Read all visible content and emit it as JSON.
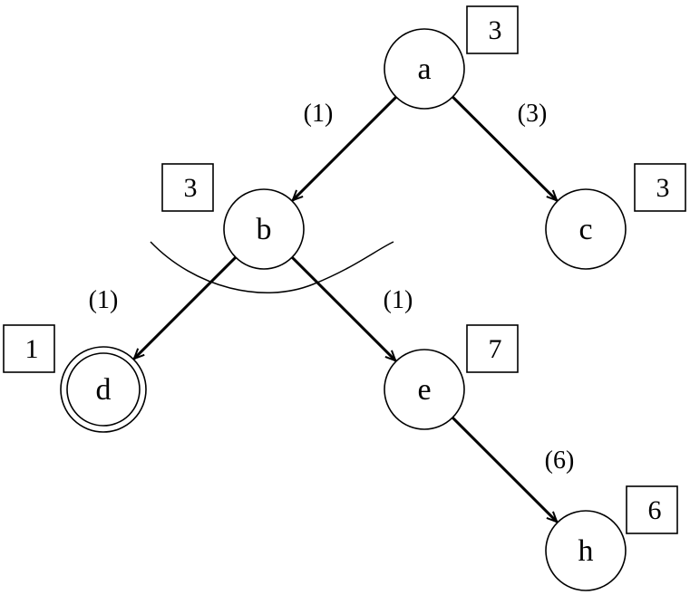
{
  "nodes": [
    {
      "id": "a",
      "label": "a",
      "value": "3",
      "goal": false
    },
    {
      "id": "b",
      "label": "b",
      "value": "3",
      "goal": false
    },
    {
      "id": "c",
      "label": "c",
      "value": "3",
      "goal": false
    },
    {
      "id": "d",
      "label": "d",
      "value": "1",
      "goal": true
    },
    {
      "id": "e",
      "label": "e",
      "value": "7",
      "goal": false
    },
    {
      "id": "h",
      "label": "h",
      "value": "6",
      "goal": false
    }
  ],
  "edges": [
    {
      "from": "a",
      "to": "b",
      "label": "(1)"
    },
    {
      "from": "a",
      "to": "c",
      "label": "(3)"
    },
    {
      "from": "b",
      "to": "d",
      "label": "(1)"
    },
    {
      "from": "b",
      "to": "e",
      "label": "(1)"
    },
    {
      "from": "e",
      "to": "h",
      "label": "(6)"
    }
  ]
}
